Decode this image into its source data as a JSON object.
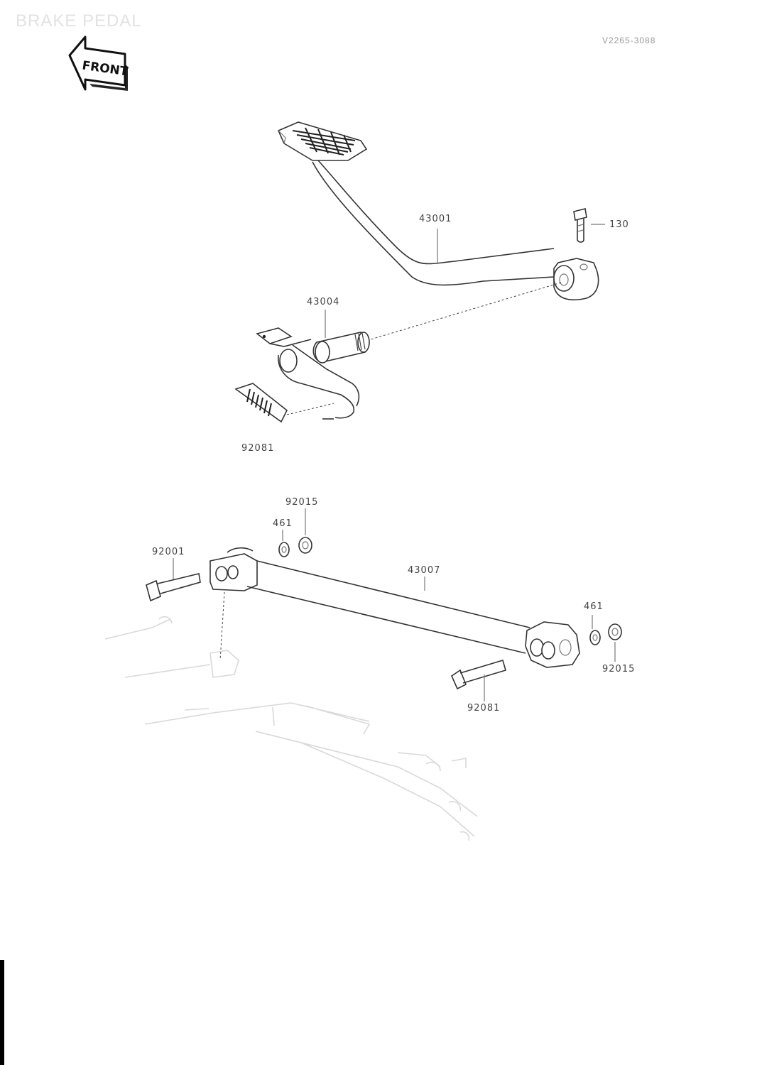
{
  "page": {
    "title": "BRAKE PEDAL",
    "code": "V2265-3088",
    "front_mark": "FRONT"
  },
  "parts": [
    {
      "id": "pedal",
      "number": "43001"
    },
    {
      "id": "pedal-bolt",
      "number": "130"
    },
    {
      "id": "shaft-lever",
      "number": "43004"
    },
    {
      "id": "lever-spring",
      "number": "92081"
    },
    {
      "id": "upper-nut",
      "number": "92015"
    },
    {
      "id": "upper-washer",
      "number": "461"
    },
    {
      "id": "upper-bolt",
      "number": "92001"
    },
    {
      "id": "rod",
      "number": "43007"
    },
    {
      "id": "lower-washer",
      "number": "461"
    },
    {
      "id": "lower-nut",
      "number": "92015"
    },
    {
      "id": "lower-bolt",
      "number": "92081"
    }
  ]
}
